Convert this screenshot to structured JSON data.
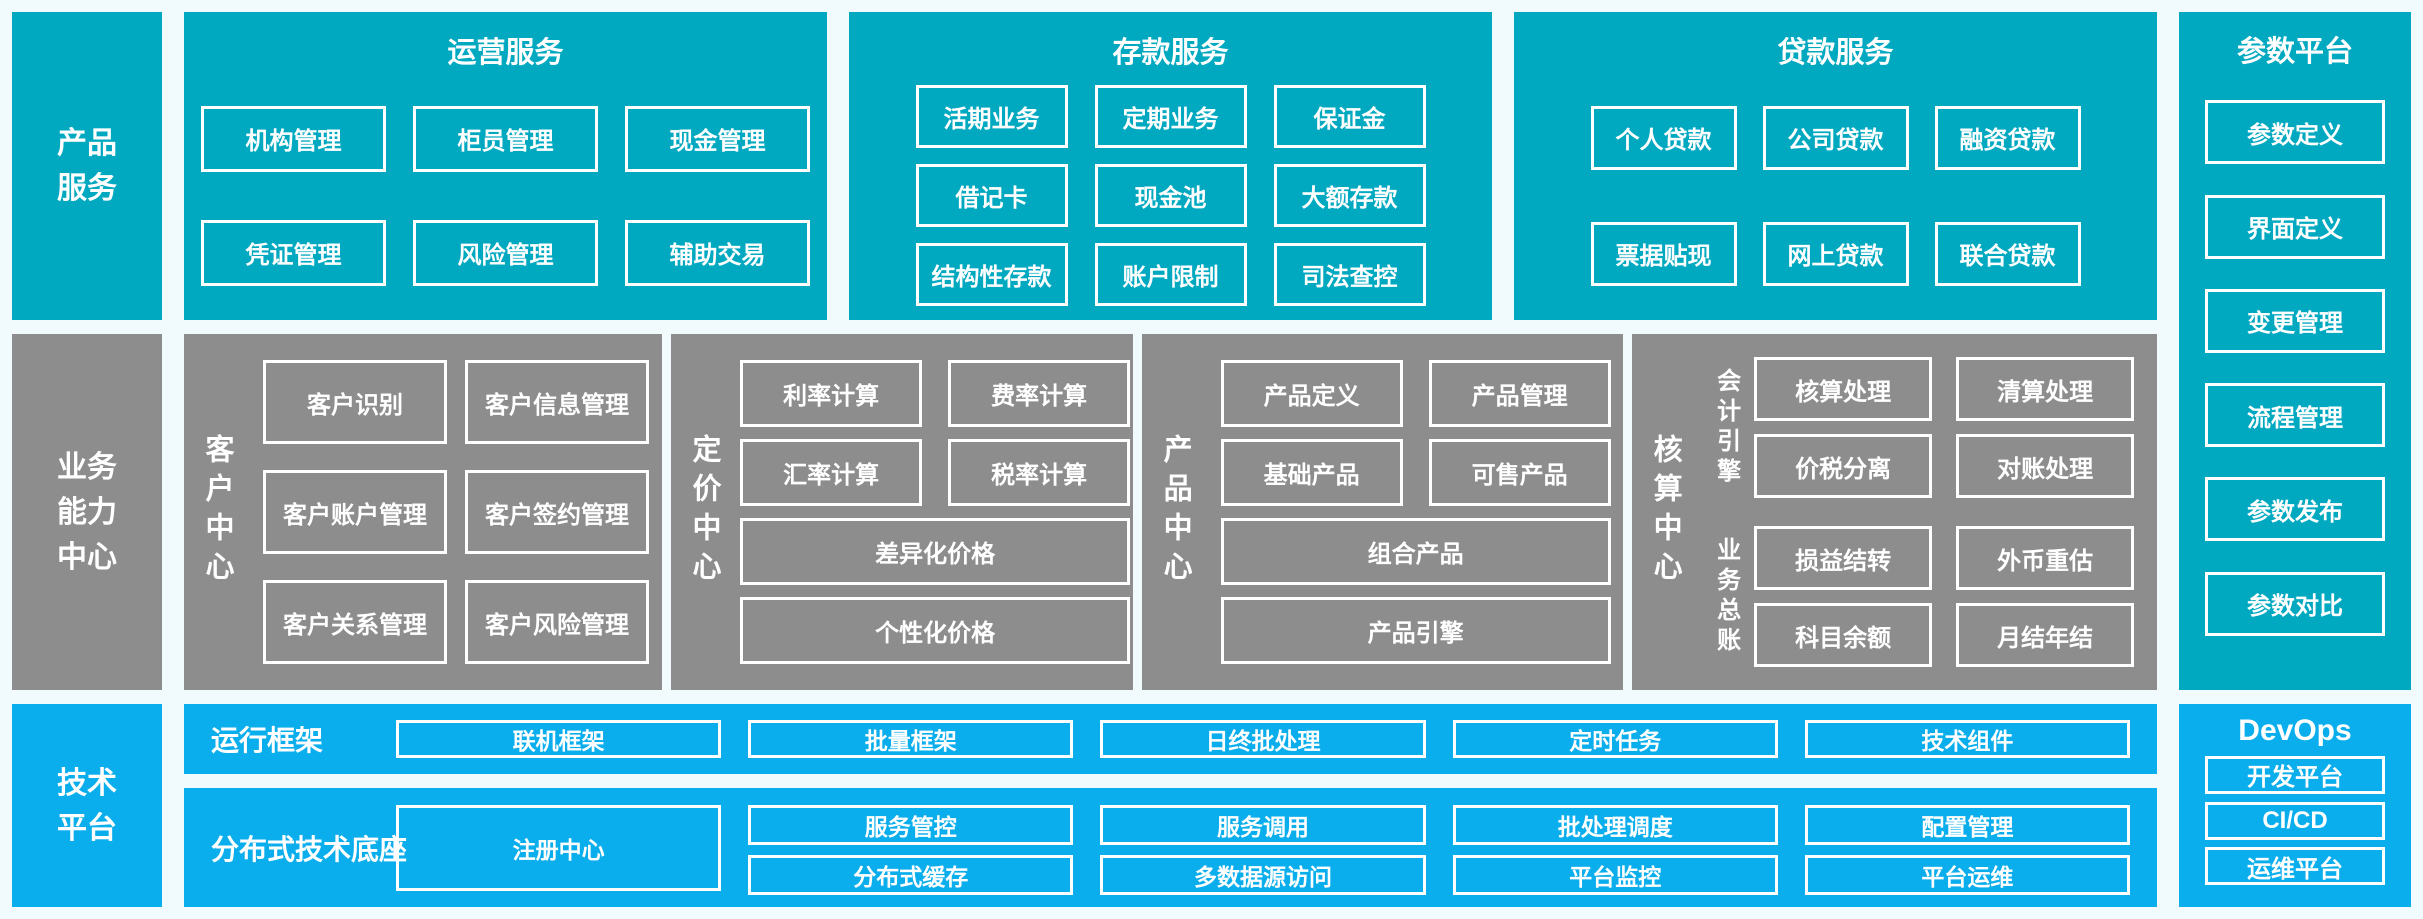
{
  "colors": {
    "teal": "#00A8C0",
    "gray": "#8D8D8D",
    "blue": "#0AAEEC",
    "background": "#F1FAFD",
    "text": "#FFFFFF"
  },
  "product_services": {
    "sidebar": "产品\n服务",
    "operations": {
      "title": "运营服务",
      "items": [
        "机构管理",
        "柜员管理",
        "现金管理",
        "凭证管理",
        "风险管理",
        "辅助交易"
      ]
    },
    "deposits": {
      "title": "存款服务",
      "items": [
        "活期业务",
        "定期业务",
        "保证金",
        "借记卡",
        "现金池",
        "大额存款",
        "结构性存款",
        "账户限制",
        "司法查控"
      ]
    },
    "loans": {
      "title": "贷款服务",
      "items": [
        "个人贷款",
        "公司贷款",
        "融资贷款",
        "票据贴现",
        "网上贷款",
        "联合贷款"
      ]
    }
  },
  "parameter_platform": {
    "title": "参数平台",
    "items": [
      "参数定义",
      "界面定义",
      "变更管理",
      "流程管理",
      "参数发布",
      "参数对比"
    ]
  },
  "business_capability": {
    "sidebar": "业务\n能力\n中心",
    "customer_center": {
      "label": "客户中心",
      "items": [
        "客户识别",
        "客户信息管理",
        "客户账户管理",
        "客户签约管理",
        "客户关系管理",
        "客户风险管理"
      ]
    },
    "pricing_center": {
      "label": "定价中心",
      "items": [
        "利率计算",
        "费率计算",
        "汇率计算",
        "税率计算"
      ],
      "wide_items": [
        "差异化价格",
        "个性化价格"
      ]
    },
    "product_center": {
      "label": "产品中心",
      "items": [
        "产品定义",
        "产品管理",
        "基础产品",
        "可售产品"
      ],
      "wide_items": [
        "组合产品",
        "产品引擎"
      ]
    },
    "accounting_center": {
      "label": "核算中心",
      "groups": [
        {
          "label": "会计引擎",
          "items": [
            "核算处理",
            "清算处理",
            "价税分离",
            "对账处理"
          ]
        },
        {
          "label": "业务总账",
          "items": [
            "损益结转",
            "外币重估",
            "科目余额",
            "月结年结"
          ]
        }
      ]
    }
  },
  "technology_platform": {
    "sidebar": "技术\n平台",
    "runtime_framework": {
      "label": "运行框架",
      "items": [
        "联机框架",
        "批量框架",
        "日终批处理",
        "定时任务",
        "技术组件"
      ]
    },
    "distributed_base": {
      "label": "分布式技术底座",
      "registry": "注册中心",
      "grid": [
        [
          "服务管控",
          "分布式缓存"
        ],
        [
          "服务调用",
          "多数据源访问"
        ],
        [
          "批处理调度",
          "平台监控"
        ],
        [
          "配置管理",
          "平台运维"
        ]
      ]
    },
    "devops": {
      "title": "DevOps",
      "items": [
        "开发平台",
        "CI/CD",
        "运维平台"
      ]
    }
  }
}
